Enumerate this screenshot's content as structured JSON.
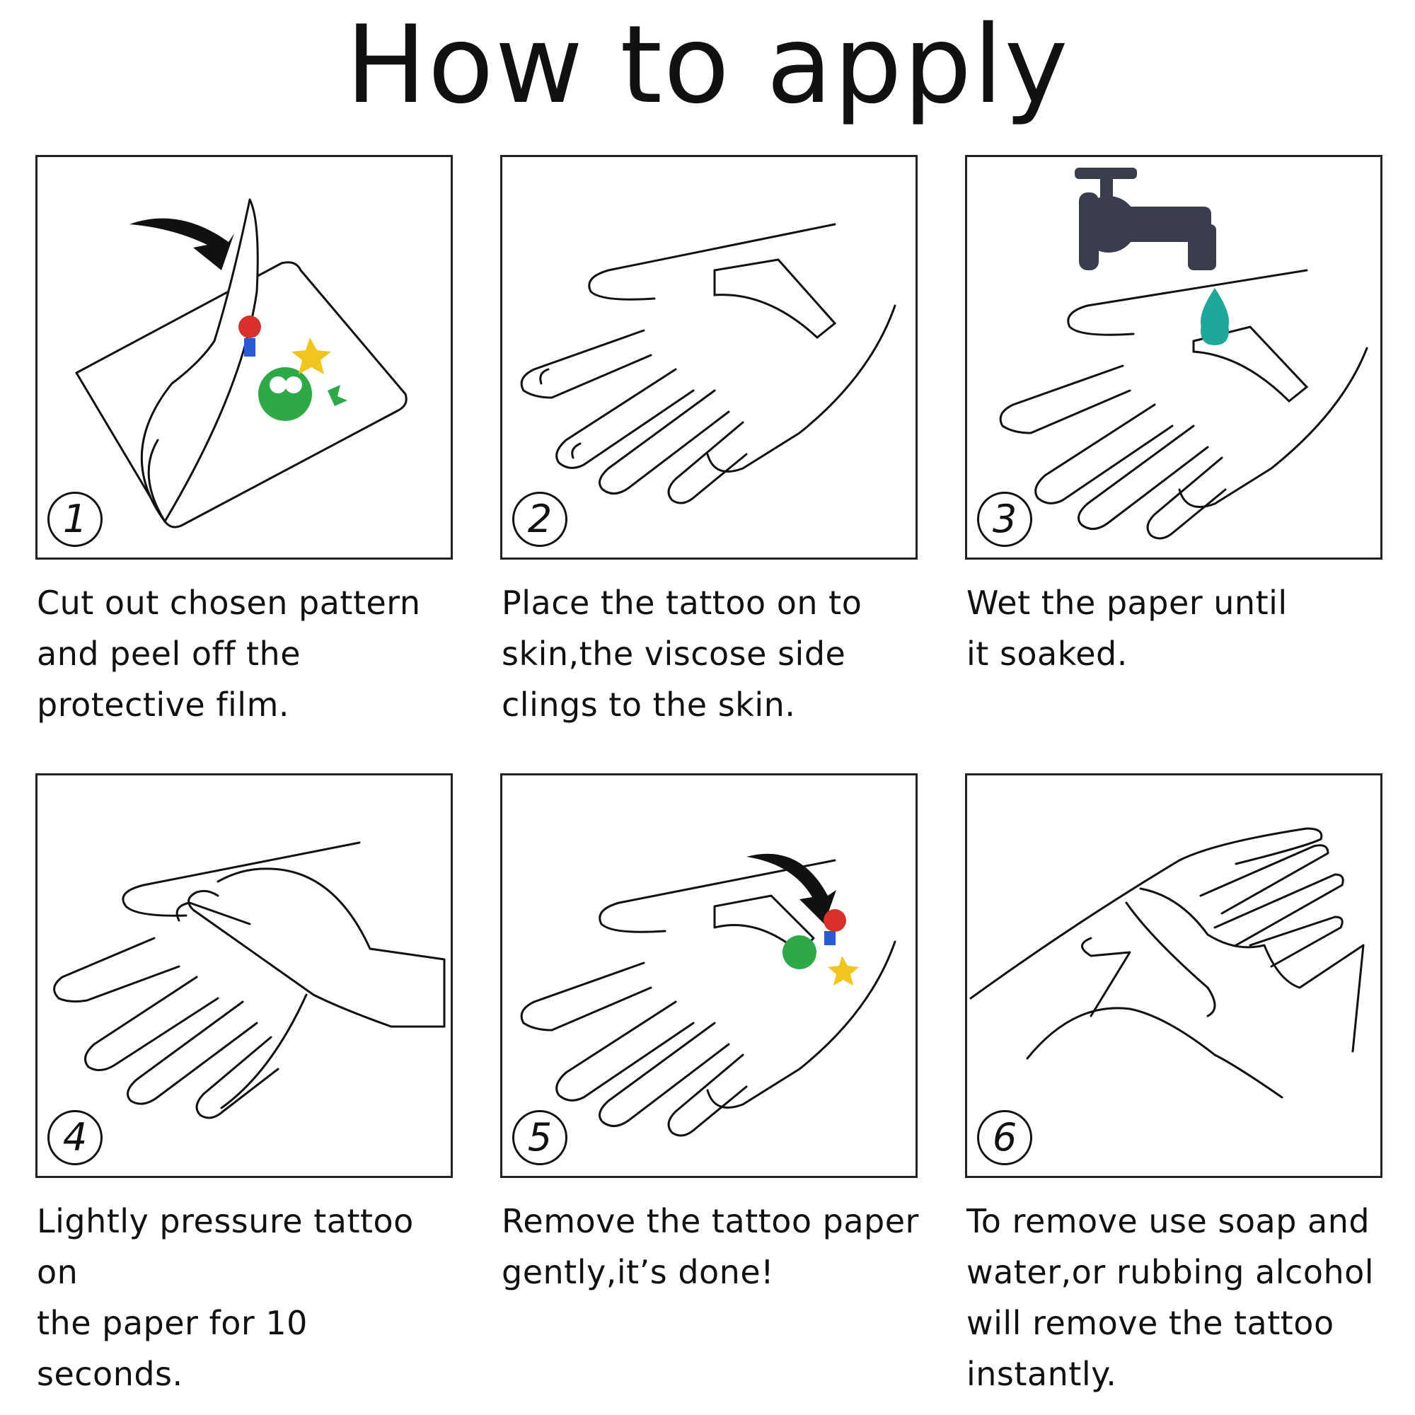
{
  "title": "How to apply",
  "steps": [
    {
      "number": "1",
      "text": "Cut out chosen pattern\nand peel off the\nprotective film."
    },
    {
      "number": "2",
      "text": "Place the tattoo on to\nskin,the viscose side\nclings to the skin."
    },
    {
      "number": "3",
      "text": "Wet the paper until\nit soaked."
    },
    {
      "number": "4",
      "text": "Lightly pressure tattoo on\nthe paper for 10 seconds."
    },
    {
      "number": "5",
      "text": "Remove the tattoo paper\ngently,it’s done!"
    },
    {
      "number": "6",
      "text": "To remove use soap and\nwater,or rubbing alcohol\nwill remove the tattoo\ninstantly."
    }
  ],
  "colors": {
    "faucet": "#3a3e4c",
    "water_drop": "#1fa89a",
    "tattoo_green": "#2fa84a",
    "outline": "#111111"
  },
  "icons": [
    "peel-arrow-icon",
    "hand-icon",
    "faucet-icon",
    "water-drop-icon",
    "pressing-hands-icon",
    "rubbing-hands-icon"
  ]
}
